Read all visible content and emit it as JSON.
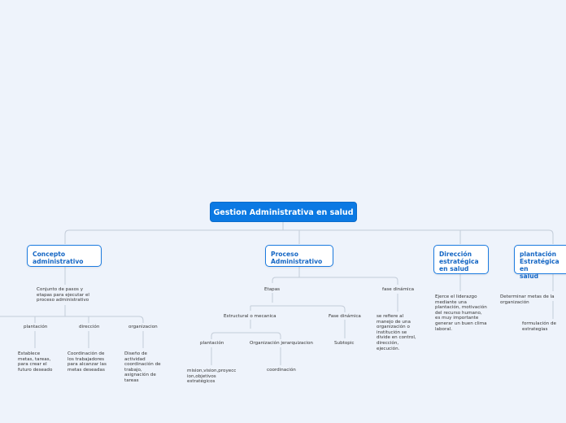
{
  "root": "Gestion Administrativa en salud",
  "cards": {
    "concepto": "Concepto\nadministrativo",
    "proceso": "Proceso\nAdministrativo",
    "direccion": "Dirección\nestratégica\nen salud",
    "plantacion": "plantación\nEstratégica en\nsalud"
  },
  "concepto": {
    "desc": "Conjunto de pasos y\netapas para ejecutar el\nproceso administrativo",
    "plantacion": "plantación",
    "plantacion_desc": "Establece\nmetas, tareas,\npara crear el\nfuturo deseado",
    "direccion": "dirección",
    "direccion_desc": "Coordinación de\nlos trabajadores\npara alcanzar las\nmetas deseadas",
    "organizacion": "organizacion",
    "organizacion_desc": "Diseño de\nactividad\ncoordinación de\ntrabajo,\nasignación de\ntareas"
  },
  "proceso": {
    "etapas": "Etapas",
    "estructural": "Estructural o mecanica",
    "plantacion": "plantación",
    "plantacion_desc": "mision,vision,proyecc\nion,objetivos\nestratégicos",
    "organizacion": "Organización jerarquizacion",
    "coordinacion": "coordinación",
    "fase_dinamica": "Fase dinámica",
    "subtopic": "Subtopic",
    "fase_dinamica_top": "fase dinámica",
    "fase_desc": "se refiere al\nmanejo de una\norganización o\ninstitución se\ndivide en control,\ndirección,\nejecución."
  },
  "direccion": {
    "desc": "Ejerce el liderazgo\nmediante una\nplantación, motivación\ndel recurso humano,\nes muy importante\ngenerar un buen clima\nlaboral."
  },
  "plantacion": {
    "metas": "Determinar metas de la organización",
    "formulacion": "formulación de estrategias"
  },
  "colors": {
    "background": "#eef3fb",
    "root_fill": "#0b79e3",
    "card_border": "#1b7be0",
    "card_text": "#1466c4",
    "connector": "#c3ccd8"
  }
}
